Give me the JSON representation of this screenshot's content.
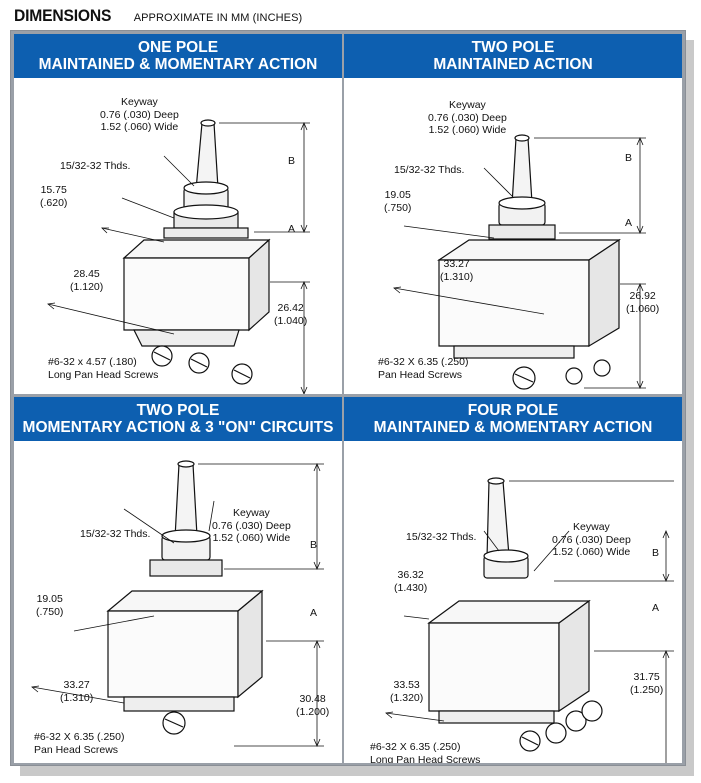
{
  "heading": {
    "title": "DIMENSIONS",
    "subtitle": "APPROXIMATE IN MM (INCHES)"
  },
  "panels": [
    {
      "title_line1": "ONE POLE",
      "title_line2": "MAINTAINED & MOMENTARY ACTION",
      "keyway": [
        "Keyway",
        "0.76 (.030) Deep",
        "1.52 (.060) Wide"
      ],
      "thread": "15/32-32 Thds.",
      "dim_top": [
        "15.75",
        "(.620)"
      ],
      "dim_width": [
        "28.45",
        "(1.120)"
      ],
      "dim_height": [
        "26.42",
        "(1.040)"
      ],
      "label_a": "A",
      "label_b": "B",
      "screws": [
        "#6-32 x 4.57 (.180)",
        "Long Pan Head Screws"
      ]
    },
    {
      "title_line1": "TWO POLE",
      "title_line2": "MAINTAINED ACTION",
      "keyway": [
        "Keyway",
        "0.76 (.030) Deep",
        "1.52 (.060) Wide"
      ],
      "thread": "15/32-32 Thds.",
      "dim_top": [
        "19.05",
        "(.750)"
      ],
      "dim_width": [
        "33.27",
        "(1.310)"
      ],
      "dim_height": [
        "26.92",
        "(1.060)"
      ],
      "label_a": "A",
      "label_b": "B",
      "screws": [
        "#6-32 X 6.35 (.250)",
        "Pan Head Screws"
      ]
    },
    {
      "title_line1": "TWO POLE",
      "title_line2": "MOMENTARY ACTION & 3 \"ON\" CIRCUITS",
      "keyway": [
        "Keyway",
        "0.76 (.030) Deep",
        "1.52 (.060) Wide"
      ],
      "thread": "15/32-32 Thds.",
      "dim_top": [
        "19.05",
        "(.750)"
      ],
      "dim_width": [
        "33.27",
        "(1.310)"
      ],
      "dim_height": [
        "30.48",
        "(1.200)"
      ],
      "label_a": "A",
      "label_b": "B",
      "screws": [
        "#6-32 X 6.35 (.250)",
        "Pan Head Screws"
      ]
    },
    {
      "title_line1": "FOUR POLE",
      "title_line2": "MAINTAINED & MOMENTARY ACTION",
      "keyway": [
        "Keyway",
        "0.76 (.030) Deep",
        "1.52 (.060) Wide"
      ],
      "thread": "15/32-32 Thds.",
      "dim_top": [
        "36.32",
        "(1.430)"
      ],
      "dim_width": [
        "33.53",
        "(1.320)"
      ],
      "dim_height": [
        "31.75",
        "(1.250)"
      ],
      "label_a": "A",
      "label_b": "B",
      "screws": [
        "#6-32 X 6.35 (.250)",
        "Long Pan Head Screws"
      ]
    }
  ]
}
